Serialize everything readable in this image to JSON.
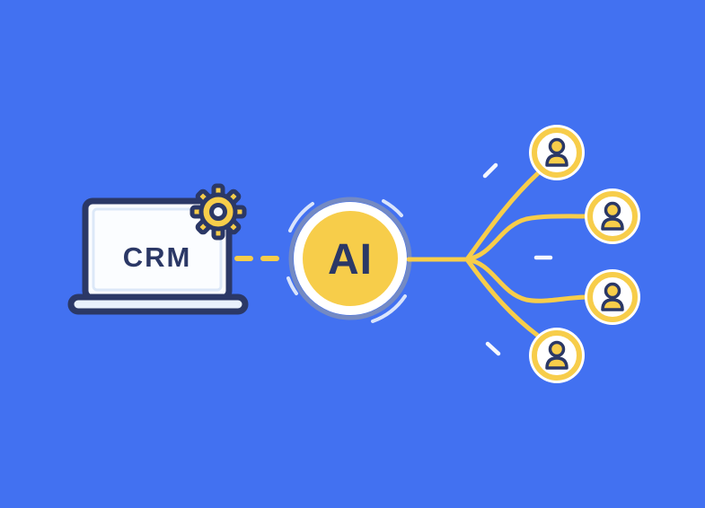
{
  "scene": {
    "name": "crm-ai-users-illustration",
    "background_color": "#4271F1"
  },
  "labels": {
    "crm": "CRM",
    "ai": "AI"
  },
  "colors": {
    "background": "#4271F1",
    "accent_yellow": "#F7CD4A",
    "outline_navy": "#2B3866",
    "white": "#FFFFFF",
    "laptop_screen_fill": "#FBFDFF",
    "laptop_base_fill": "#E9F1FB"
  },
  "icons": [
    {
      "name": "laptop-icon"
    },
    {
      "name": "gear-icon"
    },
    {
      "name": "ai-node"
    },
    {
      "name": "user-icon"
    }
  ],
  "network": {
    "user_count": 4
  }
}
